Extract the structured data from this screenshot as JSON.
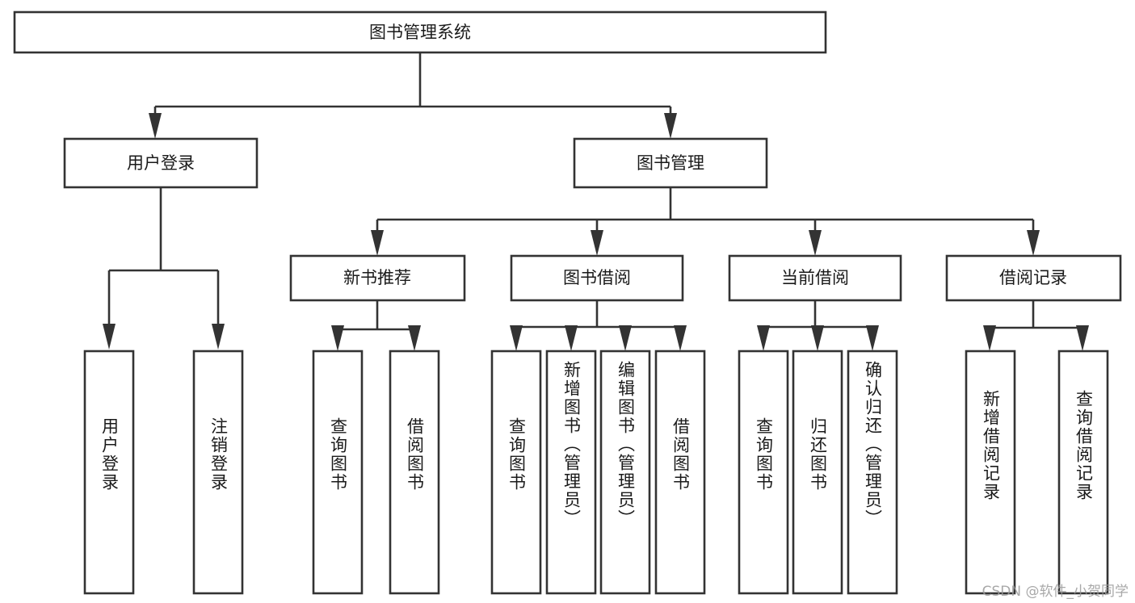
{
  "diagram": {
    "title": "图书管理系统",
    "type": "hierarchy-tree",
    "colors": {
      "background": "#ffffff",
      "box_fill": "#ffffff",
      "box_stroke": "#333333",
      "text": "#1a1a1a",
      "watermark": "#9a9a9a"
    },
    "watermark": "CSDN @软件_小贺同学",
    "levels": {
      "root": {
        "label": "图书管理系统"
      },
      "level2": [
        {
          "label": "用户登录"
        },
        {
          "label": "图书管理"
        }
      ],
      "level3": [
        {
          "label": "新书推荐"
        },
        {
          "label": "图书借阅"
        },
        {
          "label": "当前借阅"
        },
        {
          "label": "借阅记录"
        }
      ],
      "leaves": {
        "user_login": [
          {
            "label": "用户登录"
          },
          {
            "label": "注销登录"
          }
        ],
        "new_book_recommend": [
          {
            "label": "查询图书"
          },
          {
            "label": "借阅图书"
          }
        ],
        "book_borrow": [
          {
            "label": "查询图书"
          },
          {
            "label": "新增图书（管理员）"
          },
          {
            "label": "编辑图书（管理员）"
          },
          {
            "label": "借阅图书"
          }
        ],
        "current_borrow": [
          {
            "label": "查询图书"
          },
          {
            "label": "归还图书"
          },
          {
            "label": "确认归还（管理员）"
          }
        ],
        "borrow_record": [
          {
            "label": "新增借阅记录"
          },
          {
            "label": "查询借阅记录"
          }
        ]
      }
    }
  }
}
